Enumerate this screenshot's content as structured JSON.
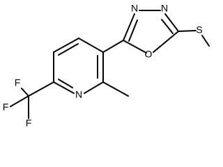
{
  "molecule": {
    "atoms": {
      "oxadiazole_n3": "N",
      "oxadiazole_n4": "N",
      "oxadiazole_o1": "O",
      "thioether_s": "S",
      "pyridine_n": "N",
      "cf3_f_top": "F",
      "cf3_f_left": "F",
      "cf3_f_bottom": "F"
    }
  },
  "colors": {
    "bond": "#000000",
    "label": "#000000",
    "background": "#ffffff"
  }
}
